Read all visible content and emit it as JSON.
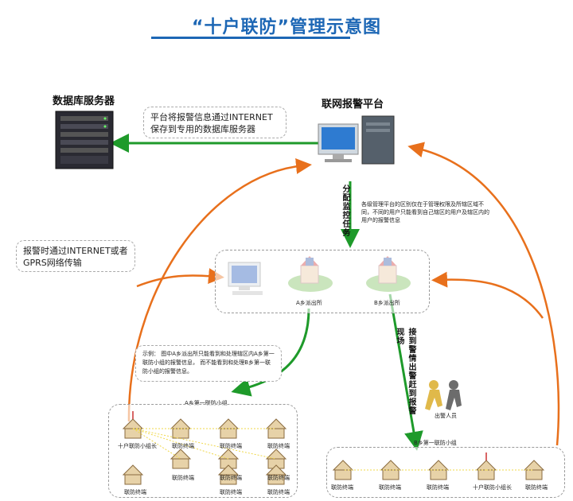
{
  "title": "“十户联防”管理示意图",
  "nodes": {
    "db_server": "数据库服务器",
    "platform": "联网报警平台",
    "station_a": "A乡派出所",
    "station_b": "B乡派出所",
    "police_people": "出警人员"
  },
  "notes": {
    "platform_to_db": "平台将报警信息通过INTERNET保存到专用的数据库服务器",
    "alarm_transmit": "报警时通过INTERNET或者GPRS网络传输",
    "management_desc": "各级管理平台的区别仅在于管理权限及所辖区域不同，不同的用户只能看到自己辖区的用户及辖区内的用户的报警信息",
    "example": "示例： 图中A乡派出所只能看到和处理辖区内A乡第一联防小组的报警信息， 而不能看到和处理B乡第一联防小组的报警信息。"
  },
  "vertical_labels": {
    "dispatch": "分配监控任务",
    "respond": "接到警情出警赶到报警现场"
  },
  "groups": {
    "a": {
      "label": "A乡第一联防小组",
      "leader": "十户联防小组长",
      "terminal": "联防终端"
    },
    "b": {
      "label": "B乡第一联防小组",
      "leader": "十户联防小组长",
      "terminal": "联防终端"
    }
  },
  "colors": {
    "title": "#1d67b5",
    "green_arrow": "#1e9a2a",
    "orange_arrow": "#e8701c"
  }
}
